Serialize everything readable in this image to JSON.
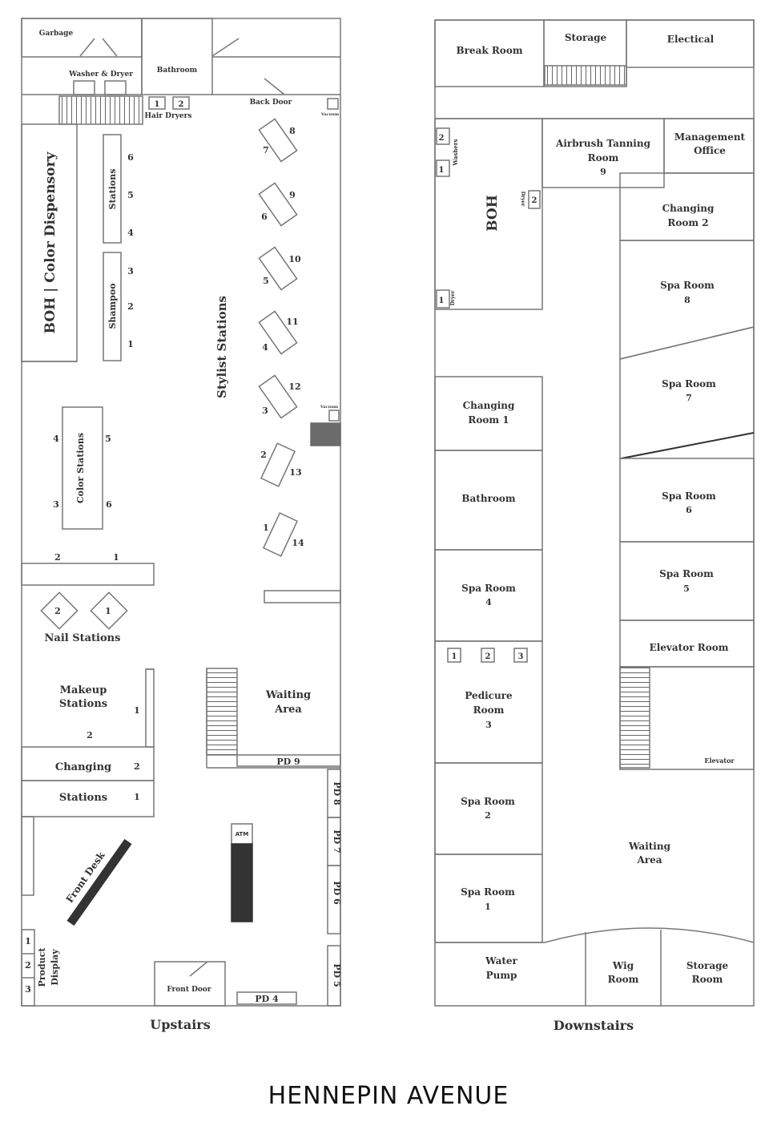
{
  "street": "HENNEPIN AVENUE",
  "upstairs": {
    "title": "Upstairs",
    "garbage": "Garbage",
    "washer_dryer": "Washer & Dryer",
    "bathroom": "Bathroom",
    "back_door": "Back Door",
    "vacuum": "Vacuum",
    "hair_dryers": "Hair Dryers",
    "hair_dryer_nums": [
      "1",
      "2"
    ],
    "boh": "BOH | Color Dispensory",
    "stations": "Stations",
    "station_nums": [
      "6",
      "5",
      "4"
    ],
    "shampoo": "Shampoo",
    "shampoo_nums": [
      "3",
      "2",
      "1"
    ],
    "stylist_stations": "Stylist Stations",
    "stylist_nums": [
      "8",
      "7",
      "9",
      "6",
      "10",
      "5",
      "11",
      "4",
      "12",
      "3",
      "2",
      "13",
      "1",
      "14"
    ],
    "color_stations": "Color Stations",
    "color_nums": [
      "4",
      "5",
      "3",
      "6"
    ],
    "counter_nums": [
      "2",
      "1"
    ],
    "nail_stations": "Nail Stations",
    "nail_nums": [
      "2",
      "1"
    ],
    "makeup": "Makeup",
    "makeup_stations": "Stations",
    "makeup_nums": [
      "1",
      "2"
    ],
    "changing": "Changing",
    "changing_num": "2",
    "changing_stations": "Stations",
    "changing_stations_num": "1",
    "waiting": "Waiting",
    "waiting_area": "Area",
    "front_desk": "Front Desk",
    "atm": "ATM",
    "product": "Product",
    "display": "Display",
    "product_nums": [
      "1",
      "2",
      "3"
    ],
    "front_door": "Front Door",
    "pd_labels": [
      "PD 9",
      "PD 8",
      "PD 7",
      "PD 6",
      "PD 5",
      "PD 4"
    ]
  },
  "downstairs": {
    "title": "Downstairs",
    "break_room": "Break Room",
    "storage": "Storage",
    "electrical": "Electical",
    "boh": "BOH",
    "washers": "Washers",
    "washer_nums": [
      "2",
      "1"
    ],
    "dryer_label": "Dryer",
    "dryer_nums": [
      "2",
      "1"
    ],
    "airbrush_1": "Airbrush Tanning",
    "airbrush_2": "Room",
    "airbrush_num": "9",
    "mgmt_1": "Management",
    "mgmt_2": "Office",
    "changing2_1": "Changing",
    "changing2_2": "Room 2",
    "changing1_1": "Changing",
    "changing1_2": "Room 1",
    "bathroom": "Bathroom",
    "spa_room": "Spa Room",
    "spa_nums": [
      "8",
      "7",
      "6",
      "5",
      "4",
      "2",
      "1"
    ],
    "pedicure_1": "Pedicure",
    "pedicure_2": "Room",
    "pedicure_num": "3",
    "pedicure_chairs": [
      "1",
      "2",
      "3"
    ],
    "elevator_room": "Elevator Room",
    "elevator": "Elevator",
    "waiting": "Waiting",
    "waiting_area": "Area",
    "water_1": "Water",
    "water_2": "Pump",
    "wig_1": "Wig",
    "wig_2": "Room",
    "storage_1": "Storage",
    "storage_2": "Room"
  }
}
